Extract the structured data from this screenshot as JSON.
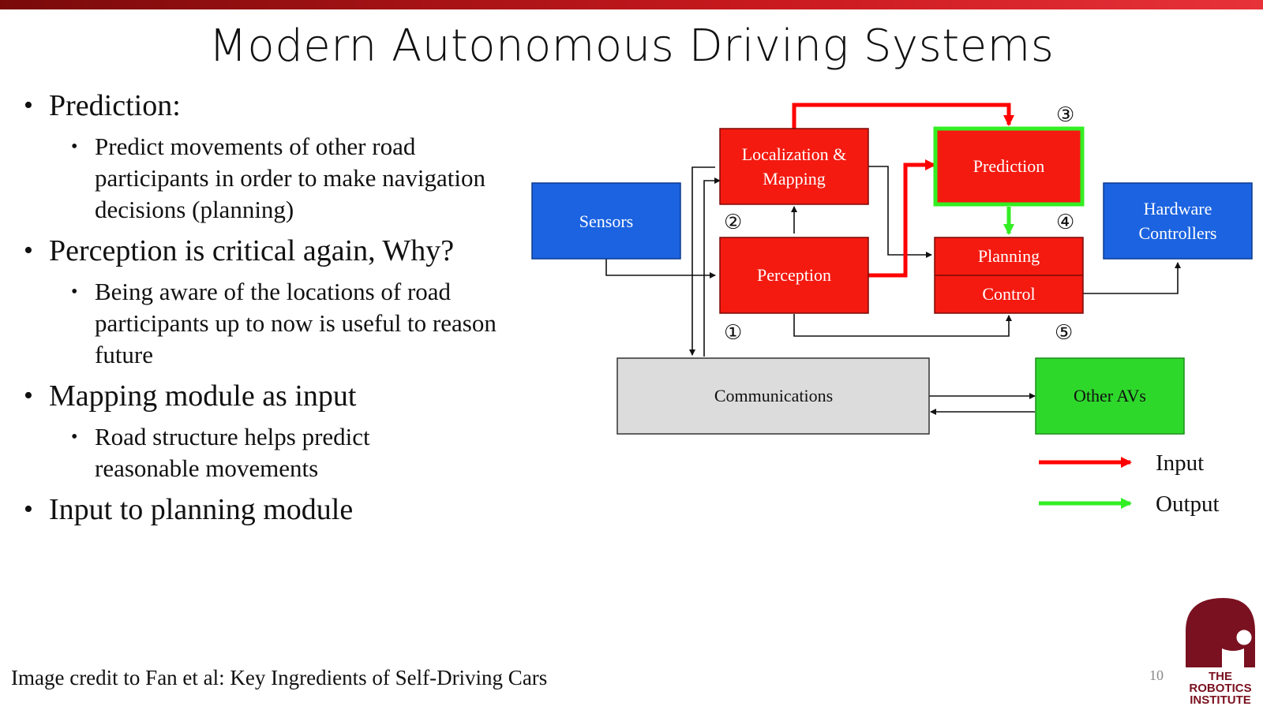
{
  "slide": {
    "title": "Modern Autonomous Driving Systems",
    "page_number": "10",
    "credit": "Image credit to Fan et al: Key Ingredients of Self-Driving Cars"
  },
  "bullets": [
    {
      "text": "Prediction:",
      "sub": [
        "Predict movements of other road participants in order to make navigation decisions (planning)"
      ]
    },
    {
      "text": "Perception is critical again, Why?",
      "sub": [
        "Being aware of the locations of road participants up to now is useful to reason future"
      ]
    },
    {
      "text": "Mapping module as input",
      "sub": [
        "Road structure helps predict reasonable movements"
      ]
    },
    {
      "text": "Input to planning module",
      "sub": []
    }
  ],
  "diagram": {
    "boxes": {
      "sensors": "Sensors",
      "localization_line1": "Localization &",
      "localization_line2": "Mapping",
      "perception": "Perception",
      "prediction": "Prediction",
      "planning": "Planning",
      "control": "Control",
      "hardware_line1": "Hardware",
      "hardware_line2": "Controllers",
      "communications": "Communications",
      "other_avs": "Other AVs"
    },
    "step_markers": [
      "①",
      "②",
      "③",
      "④",
      "⑤"
    ],
    "legend": {
      "input": "Input",
      "output": "Output"
    },
    "colors": {
      "red": "#f41a10",
      "blue": "#1b63e0",
      "green": "#2ed82b",
      "gray": "#dcdcdc",
      "input_arrow": "#ff0000",
      "output_arrow": "#33ee22"
    }
  },
  "logo": {
    "line1": "THE",
    "line2": "ROBOTICS",
    "line3": "INSTITUTE"
  }
}
